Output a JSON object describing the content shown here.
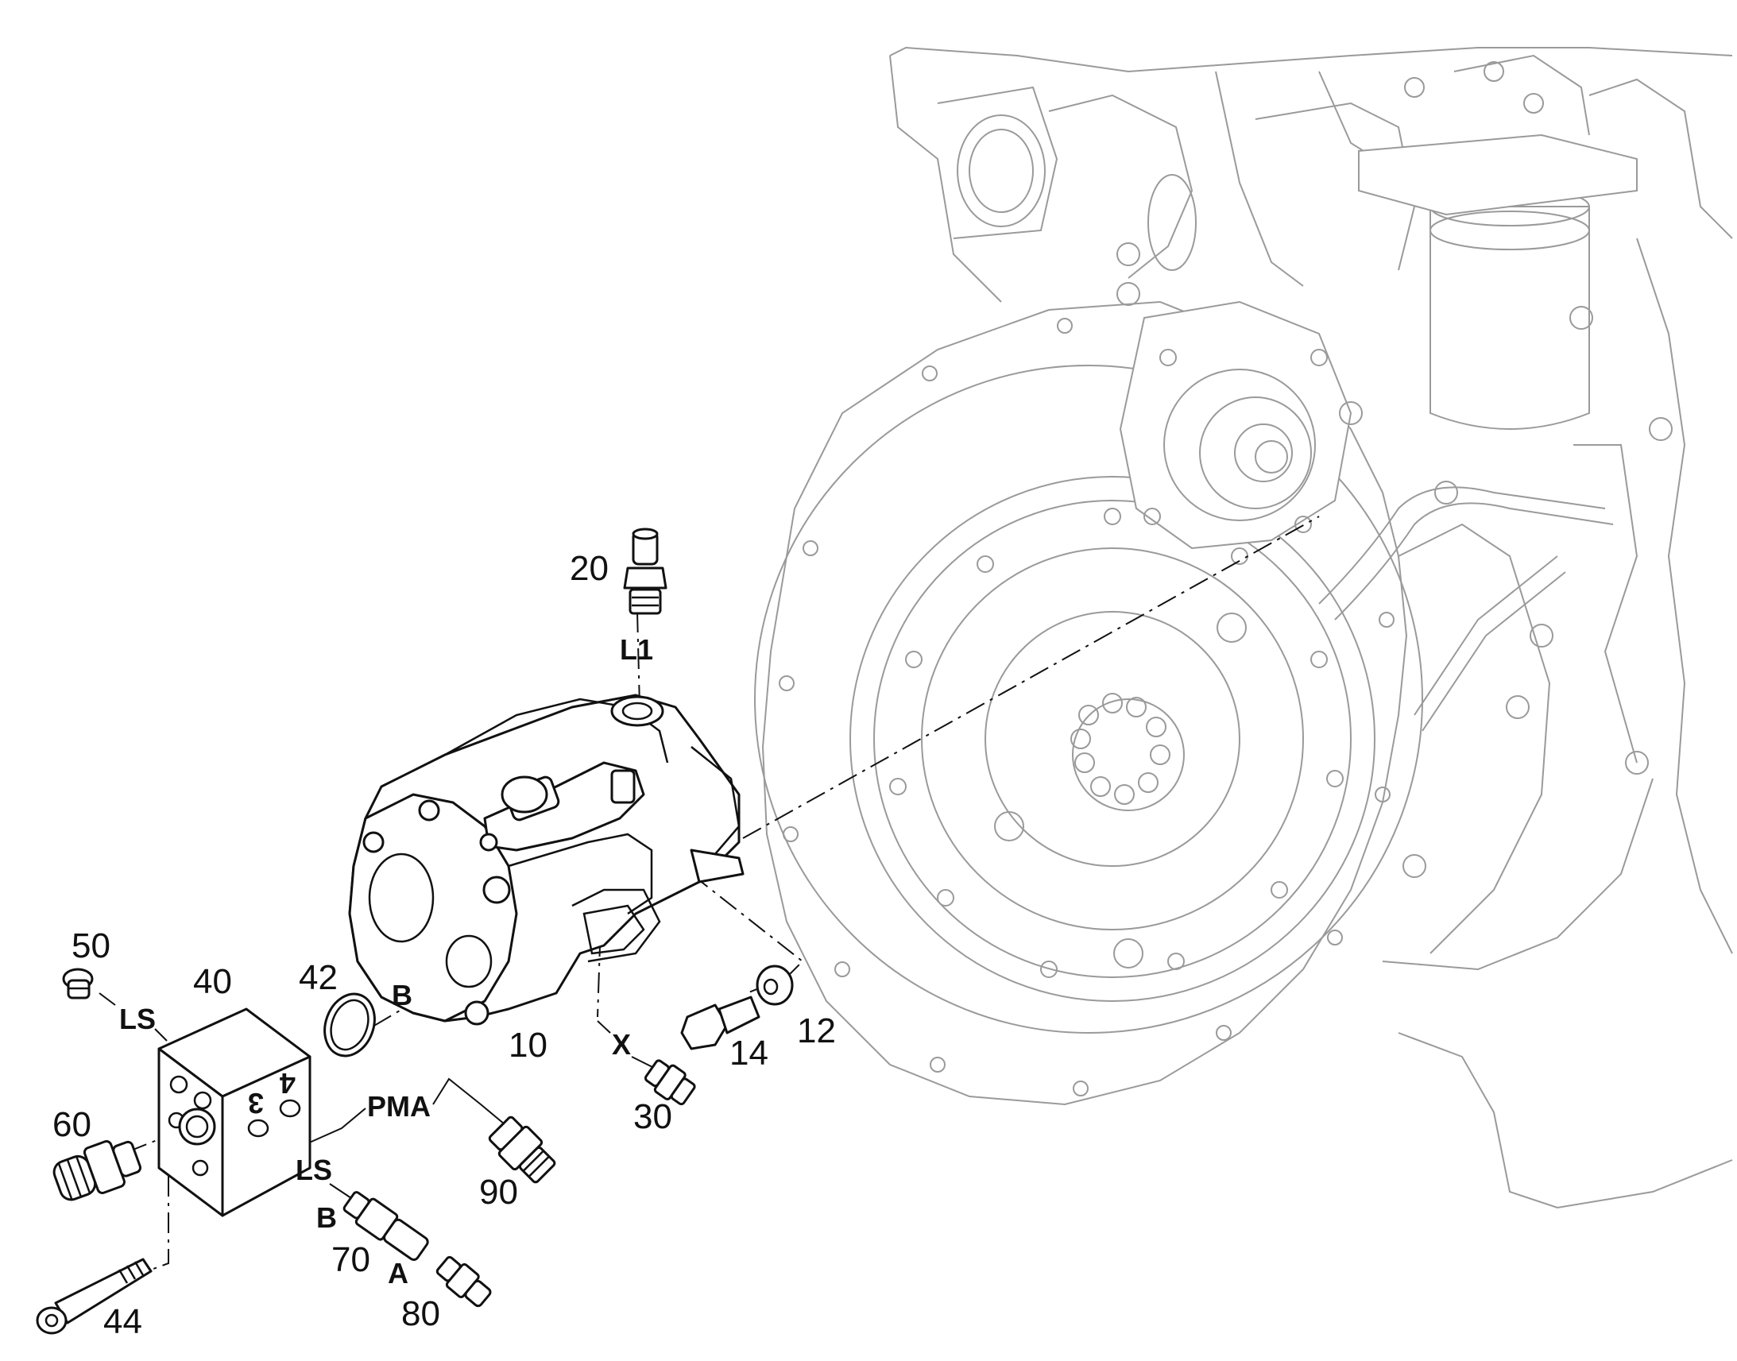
{
  "callouts": {
    "c10": "10",
    "c12": "12",
    "c14": "14",
    "c20": "20",
    "c30": "30",
    "c40": "40",
    "c42": "42",
    "c44": "44",
    "c50": "50",
    "c60": "60",
    "c70": "70",
    "c80": "80",
    "c90": "90"
  },
  "ports": {
    "l1": "L1",
    "b_pump": "B",
    "x": "X",
    "ls_upper": "LS",
    "pma": "PMA",
    "ls_lower": "LS",
    "b_valve": "B",
    "a_valve": "A"
  },
  "block_marks": {
    "m3": "3",
    "m4": "4"
  },
  "colors": {
    "line": "#111111",
    "engine_line": "#9a9a9a",
    "background": "#ffffff"
  }
}
